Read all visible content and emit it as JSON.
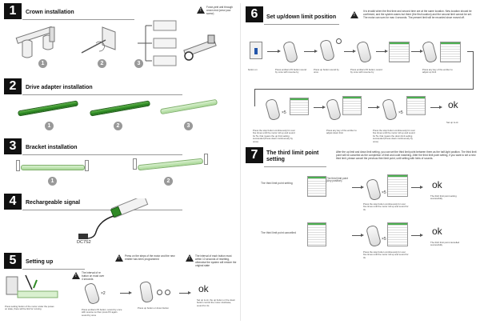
{
  "steps": [
    {
      "number": "1",
      "title": "Crown installation"
    },
    {
      "number": "2",
      "title": "Drive adapter installation"
    },
    {
      "number": "3",
      "title": "Bracket installation"
    },
    {
      "number": "4",
      "title": "Rechargeable signal"
    },
    {
      "number": "5",
      "title": "Setting up"
    },
    {
      "number": "6",
      "title": "Set up/down limit position"
    },
    {
      "number": "7",
      "title": "The third limit point setting"
    }
  ],
  "circle_numbers": [
    "1",
    "2",
    "3"
  ],
  "crown_note": "Force-peel anti through crown end (crew your screw)",
  "charger_label": "DC7S2",
  "setup": {
    "note_top_a": "Press on the steps of the motor and the new emitter has been programmed",
    "note_top_b": "The interval of each button must within 10 seconds of resetting, otherwise the system will restore the original state",
    "note_power": "The interval of re button on must over 4 seconds",
    "caption_1": "Press setting button of the motor under the power-on state, there will be link for running",
    "caption_2": "Press emitters P2 button. sound by once with reverse so then press P2 again sound by once",
    "caption_3": "Press up button or down button",
    "caption_4": "Set up is ok, the up button or the down button control the motor clockwise, sound for 2s",
    "times": "×2",
    "ok": "ok"
  },
  "limit": {
    "note": "It is invalid when the first time and second time are at the same location. New location should be confirmed, and the system warns but there (the first location) and the second limit cannot be set. The motor can sum for max 4 seconds. The present limit will be recorded since moved off.",
    "labels": [
      "button on",
      "Press emitters P2 button sound by once with reverse by",
      "Press up button sound by once",
      "Press emitters P2 button; sound by once with reverse by",
      "Press any key of the emitter to adjust up limit",
      "Press the stop button continuously for over five times until the motor roll up and sound for 5s, that means the up limit setting succeeded (Press down continuously by once)",
      "Press any key of the emitter to adjust down limit",
      "Press the stop button continuously for over five times until the motor roll up and sound for 5s, that means the down limit setting succeeded (Press down continuously by once)",
      "Set up is ok"
    ],
    "times": "×5",
    "ok": "ok"
  },
  "third": {
    "note": "After the up limit and down limit setting, you can set the third limit point between them as the half-light position. The third limit point will be canceled as the completion of limit and code matching. After the third limit point setting, if you want to set a new third limit, please cancel the previous third limit point, until setting with hints of sounds.",
    "setting_label": "The third limit point setting",
    "cancel_label": "The third limit point cancelled",
    "pos_label": "The third limit point (Any position)",
    "press_set": "Press the stop button continuously for over five times until the motor roll up and sound for 3s",
    "press_cancel": "Press the stop button continuously for over five times until the motor roll up and sound for 3s",
    "result_set": "The third limit point setting successfully",
    "result_cancel": "The third limit point cancelled successfully",
    "times": "×5",
    "ok": "ok"
  }
}
